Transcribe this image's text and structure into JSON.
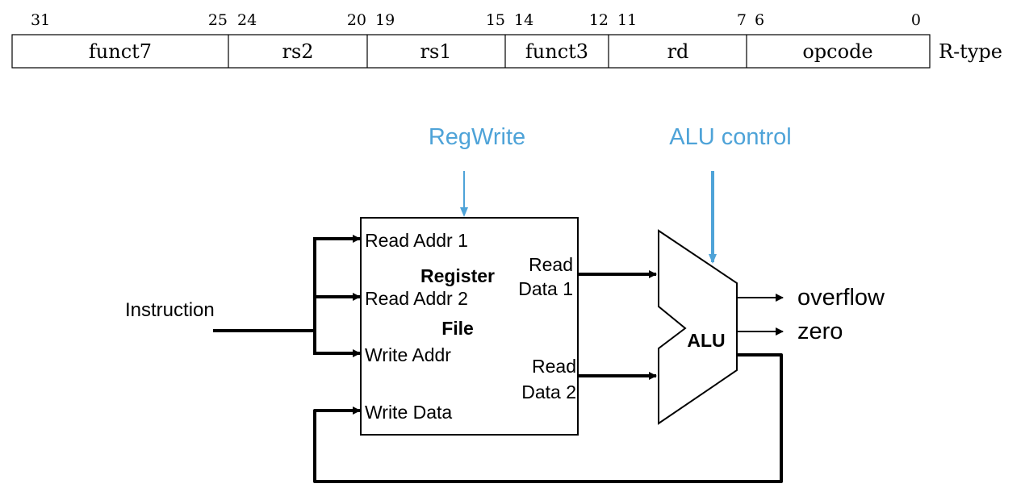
{
  "format": {
    "bit_numbers": {
      "b31": "31",
      "b25": "25",
      "b24": "24",
      "b20": "20",
      "b19": "19",
      "b15": "15",
      "b14": "14",
      "b12": "12",
      "b11": "11",
      "b7": "7",
      "b6": "6",
      "b0": "0"
    },
    "fields": [
      "funct7",
      "rs2",
      "rs1",
      "funct3",
      "rd",
      "opcode"
    ],
    "type_label": "R-type"
  },
  "diagram": {
    "regwrite": "RegWrite",
    "alu_control": "ALU control",
    "instruction": "Instruction",
    "regfile": {
      "title_line1": "Register",
      "title_line2": "File",
      "read_addr_1": "Read Addr 1",
      "read_addr_2": "Read Addr 2",
      "write_addr": "Write Addr",
      "write_data": "Write Data",
      "read_data_1_line1": "Read",
      "read_data_1_line2": "Data 1",
      "read_data_2_line1": "Read",
      "read_data_2_line2": "Data 2"
    },
    "alu": "ALU",
    "overflow": "overflow",
    "zero": "zero"
  },
  "colors": {
    "control_signal": "#4ea3d8",
    "line": "#000000"
  }
}
